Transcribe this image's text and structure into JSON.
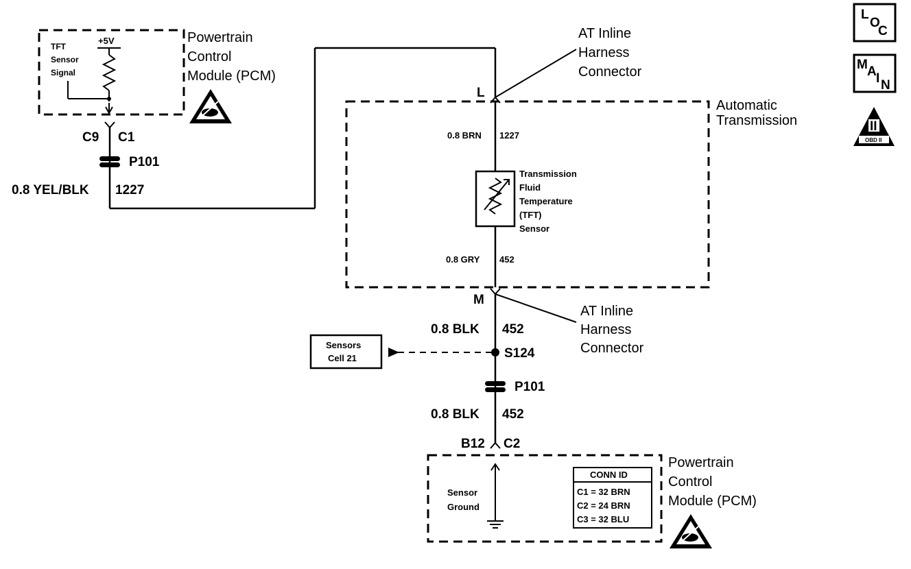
{
  "pcm_top": {
    "title_lines": [
      "Powertrain",
      "Control",
      "Module (PCM)"
    ],
    "supply": "+5V",
    "signal_lines": [
      "TFT",
      "Sensor",
      "Signal"
    ],
    "pin_left": "C9",
    "pin_right": "C1"
  },
  "p101_top": "P101",
  "wire_top": {
    "gauge_color": "0.8 YEL/BLK",
    "circuit": "1227"
  },
  "connector_top": {
    "pin": "L",
    "title_lines": [
      "AT Inline",
      "Harness",
      "Connector"
    ]
  },
  "transmission": {
    "title_lines": [
      "Automatic",
      "Transmission"
    ],
    "wire_upper": {
      "gauge_color": "0.8 BRN",
      "circuit": "1227"
    },
    "sensor_lines": [
      "Transmission",
      "Fluid",
      "Temperature",
      "(TFT)",
      "Sensor"
    ],
    "wire_lower": {
      "gauge_color": "0.8 GRY",
      "circuit": "452"
    }
  },
  "connector_bottom": {
    "pin": "M",
    "title_lines": [
      "AT Inline",
      "Harness",
      "Connector"
    ]
  },
  "wire_mid": {
    "gauge_color": "0.8 BLK",
    "circuit": "452"
  },
  "splice": "S124",
  "sensors_ref": [
    "Sensors",
    "Cell 21"
  ],
  "p101_bottom": "P101",
  "wire_bottom": {
    "gauge_color": "0.8 BLK",
    "circuit": "452"
  },
  "pcm_bottom": {
    "pin_left": "B12",
    "pin_right": "C2",
    "ground_lines": [
      "Sensor",
      "Ground"
    ],
    "title_lines": [
      "Powertrain",
      "Control",
      "Module (PCM)"
    ],
    "conn_id": {
      "header": "CONN ID",
      "rows": [
        "C1 = 32 BRN",
        "C2 = 24 BRN",
        "C3 = 32 BLU"
      ]
    }
  },
  "side_icons": {
    "loc": [
      "L",
      "O",
      "C"
    ],
    "main": [
      "M",
      "A",
      "I",
      "N"
    ],
    "obd": {
      "numeral": "II",
      "label": "OBD II"
    }
  }
}
